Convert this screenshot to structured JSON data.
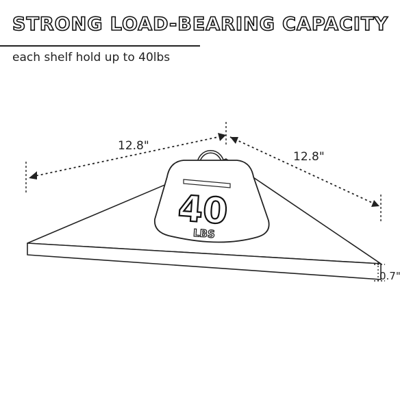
{
  "header": {
    "title": "STRONG LOAD-BEARING CAPACITY",
    "subtitle": "each shelf hold up to 40lbs"
  },
  "dimensions": {
    "left_edge": "12.8\"",
    "right_edge": "12.8\"",
    "thickness": "0.7\""
  },
  "weight": {
    "value": "40",
    "unit": "LBS"
  }
}
